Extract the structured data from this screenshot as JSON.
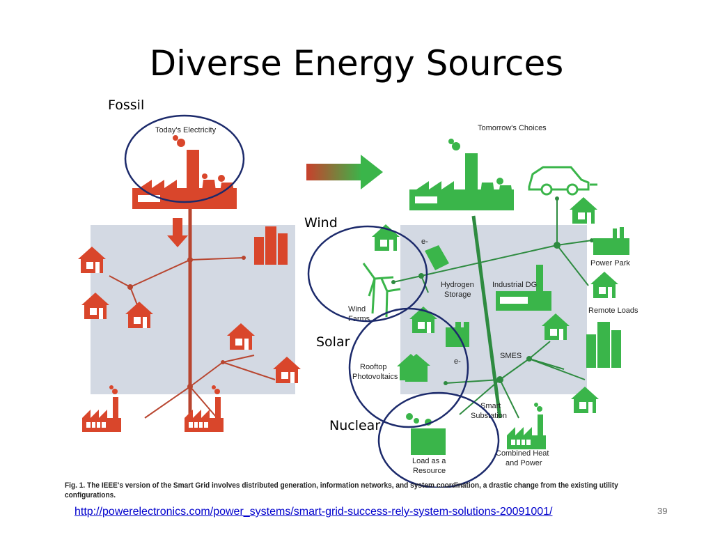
{
  "slide": {
    "title": "Diverse Energy Sources",
    "callouts": {
      "fossil": "Fossil",
      "wind": "Wind",
      "solar": "Solar",
      "nuclear": "Nuclear"
    },
    "link": "http://powerelectronics.com/power_systems/smart-grid-success-rely-system-solutions-20091001/",
    "page_number": "39"
  },
  "figure": {
    "left_heading": "Today's Electricity",
    "right_heading": "Tomorrow's Choices",
    "labels": {
      "electron_1": "e-",
      "electron_2": "e-",
      "hydrogen_1": "Hydrogen",
      "hydrogen_2": "Storage",
      "industrial": "Industrial DG",
      "power_park": "Power Park",
      "remote_loads": "Remote Loads",
      "wind_1": "Wind",
      "wind_2": "Farms",
      "rooftop_1": "Rooftop",
      "rooftop_2": "Photovoltaics",
      "smes": "SMES",
      "smart_1": "Smart",
      "smart_2": "Substation",
      "load_1": "Load as a",
      "load_2": "Resource",
      "chp_1": "Combined Heat",
      "chp_2": "and Power"
    },
    "caption": "Fig. 1. The IEEE's version of the Smart Grid involves distributed generation, information networks, and system coordination, a drastic change from the existing utility configurations.",
    "colors": {
      "today": "#d9462b",
      "tomorrow": "#3ab54a",
      "grid_panel": "#d3d9e3",
      "circle": "#1c2a6b"
    }
  }
}
